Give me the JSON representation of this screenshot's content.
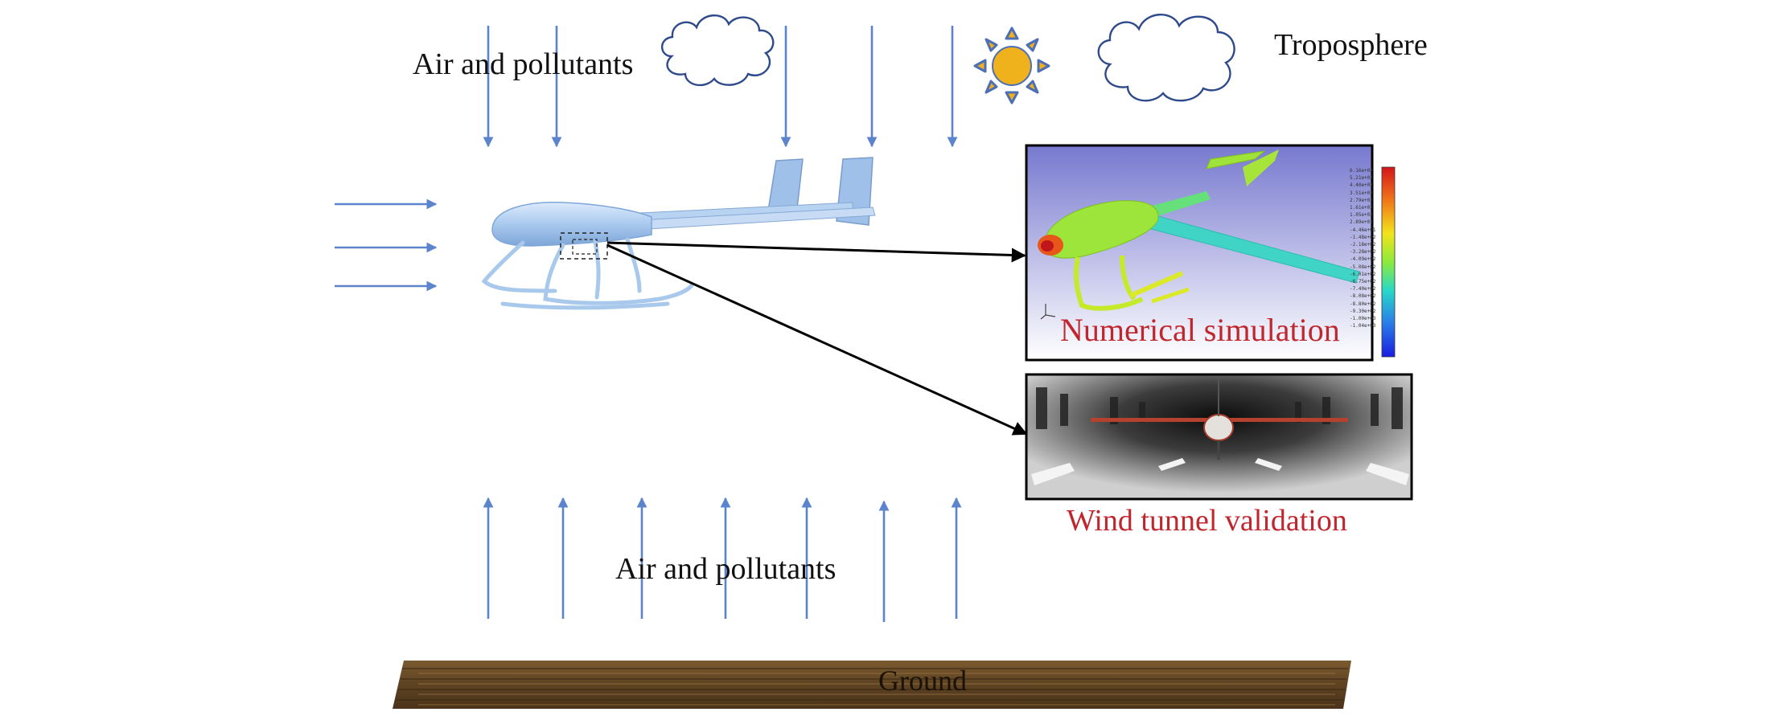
{
  "labels": {
    "air_pollutants_top": "Air and pollutants",
    "troposphere": "Troposphere",
    "air_pollutants_bottom": "Air and pollutants",
    "ground": "Ground",
    "numerical_simulation": "Numerical simulation",
    "wind_tunnel_validation": "Wind tunnel validation"
  },
  "colors": {
    "arrow": "#5b84cc",
    "accent_red": "#c0262d",
    "sun": "#f0b21c",
    "sun_rays": "#4d6fb5",
    "cloud": "#2f4a8a",
    "uav": "#a8c8ec",
    "ground": "#6b4c27"
  },
  "icons": [
    "cloud-icon",
    "sun-icon",
    "uav-icon",
    "ground-icon"
  ],
  "colorbar_ticks": [
    "6.16e+02",
    "5.21e+02",
    "4.40e+02",
    "3.51e+02",
    "2.79e+02",
    "1.61e+02",
    "1.05e+02",
    "2.89e+01",
    "-4.46e+01",
    "-1.48e+02",
    "-2.18e+02",
    "-3.28e+02",
    "-4.09e+02",
    "-5.08e+02",
    "-6.01e+02",
    "-6.75e+02",
    "-7.40e+02",
    "-8.08e+02",
    "-8.80e+02",
    "-9.30e+02",
    "-1.00e+03",
    "-1.04e+03"
  ]
}
